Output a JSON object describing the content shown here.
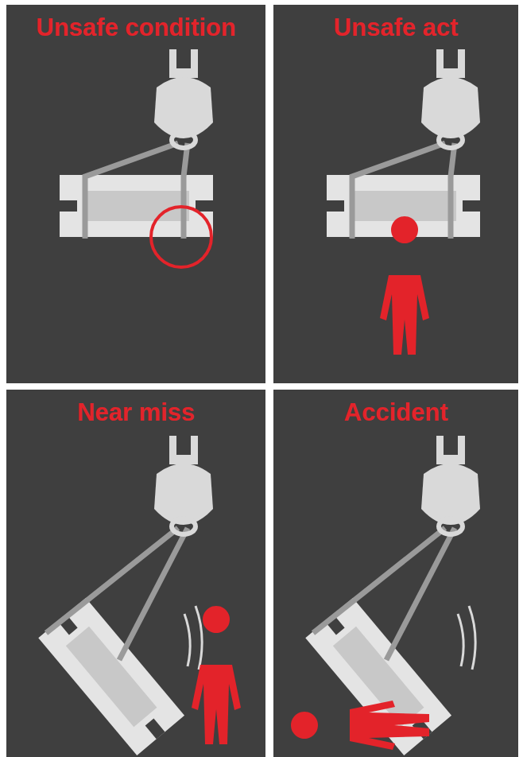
{
  "diagram": {
    "nodes": [
      {
        "text": [
          "Unsafe condition"
        ]
      },
      {
        "text": [
          "Unsafe act"
        ]
      },
      {
        "text": [
          "Near miss"
        ]
      },
      {
        "text": [
          "Accident"
        ]
      }
    ]
  }
}
